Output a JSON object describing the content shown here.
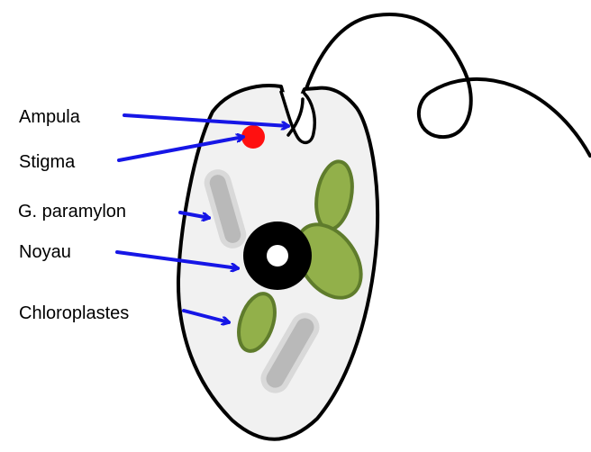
{
  "labels": {
    "ampula": "Ampula",
    "stigma": "Stigma",
    "paramylon": "G. paramylon",
    "noyau": "Noyau",
    "chloroplastes": "Chloroplastes"
  },
  "colors": {
    "arrow": "#1616e6",
    "outline": "#000000",
    "cell_fill": "#f1f1f1",
    "chloroplast_fill": "#92b04a",
    "chloroplast_stroke": "#5f7c2c",
    "paramylon_fill": "#b9b9b9",
    "paramylon_stroke": "#d9d9d9",
    "stigma": "#ff1010",
    "nucleus": "#000000",
    "nucleolus": "#ffffff"
  }
}
